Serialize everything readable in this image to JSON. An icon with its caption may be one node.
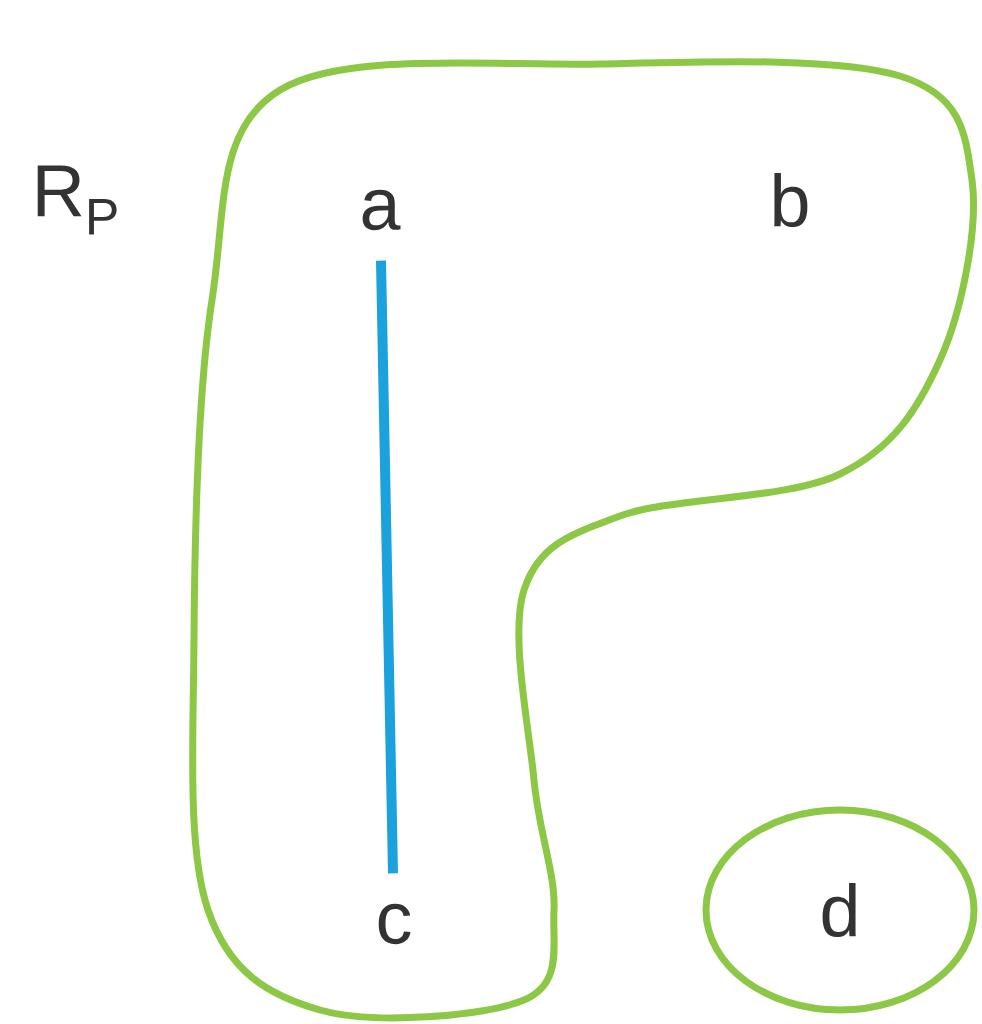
{
  "diagram": {
    "nodes": [
      {
        "text": [],
        "shape": "blob"
      },
      {
        "text": [
          "a"
        ],
        "in": 0
      },
      {
        "text": [
          "b"
        ],
        "in": 0
      },
      {
        "text": [
          "c"
        ],
        "in": 0
      },
      {
        "text": [
          "d"
        ]
      }
    ],
    "edges": [
      {
        "from": 1,
        "to": 3,
        "arrow": "none"
      }
    ],
    "labels": [
      "R$_{P}$"
    ]
  }
}
